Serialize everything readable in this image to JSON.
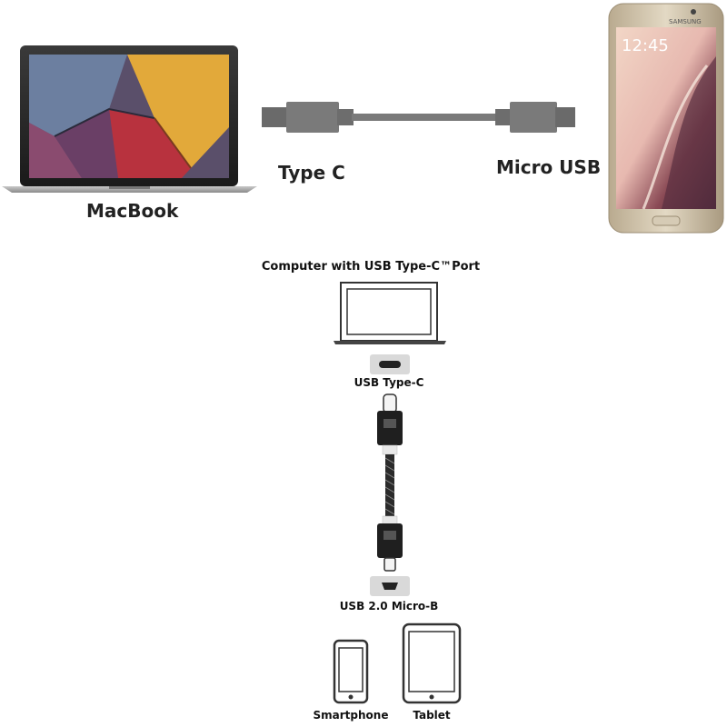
{
  "top": {
    "laptop_label": "MacBook",
    "cable_left_label": "Type C",
    "cable_right_label": "Micro USB",
    "phone_brand": "SAMSUNG",
    "phone_time": "12:45"
  },
  "diagram": {
    "title": "Computer with USB Type-C™Port",
    "port_top_label": "USB Type-C",
    "port_bottom_label": "USB 2.0 Micro-B",
    "device1_label": "Smartphone",
    "device2_label": "Tablet"
  }
}
